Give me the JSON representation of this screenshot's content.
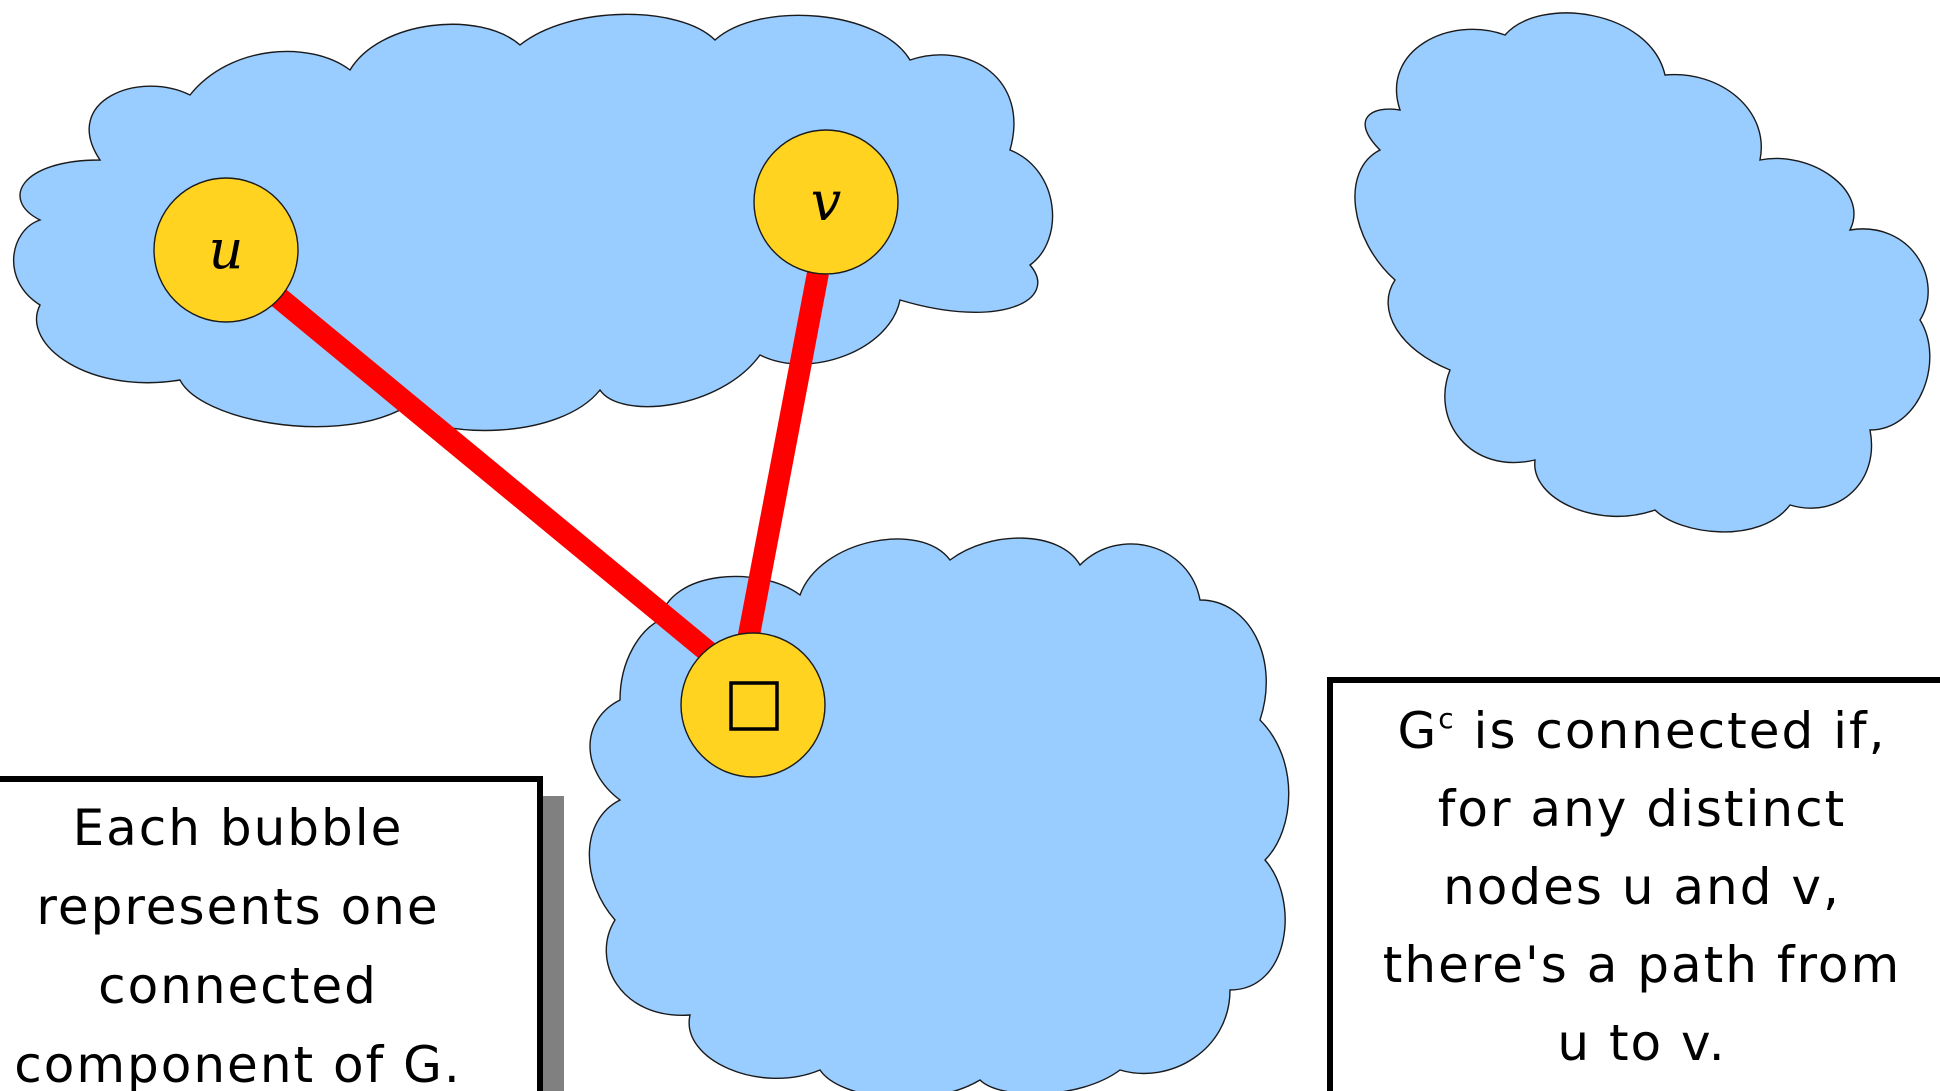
{
  "diagram": {
    "colors": {
      "bubble_fill": "#99ccff",
      "node_fill": "#ffd320",
      "edge": "#ff0000",
      "box_shadow": "#808080"
    },
    "nodes": {
      "u": {
        "label": "u"
      },
      "v": {
        "label": "v"
      },
      "square": {
        "label": "□"
      }
    },
    "note_left": {
      "lines": [
        "Each bubble",
        "represents one",
        "connected",
        "component of G."
      ]
    },
    "note_right": {
      "line1_prefix": "G",
      "line1_superscript": "c",
      "line1_rest": " is connected if,",
      "lines": [
        "for any distinct",
        "nodes u and v,",
        "there's a path from",
        "u to v."
      ]
    }
  }
}
